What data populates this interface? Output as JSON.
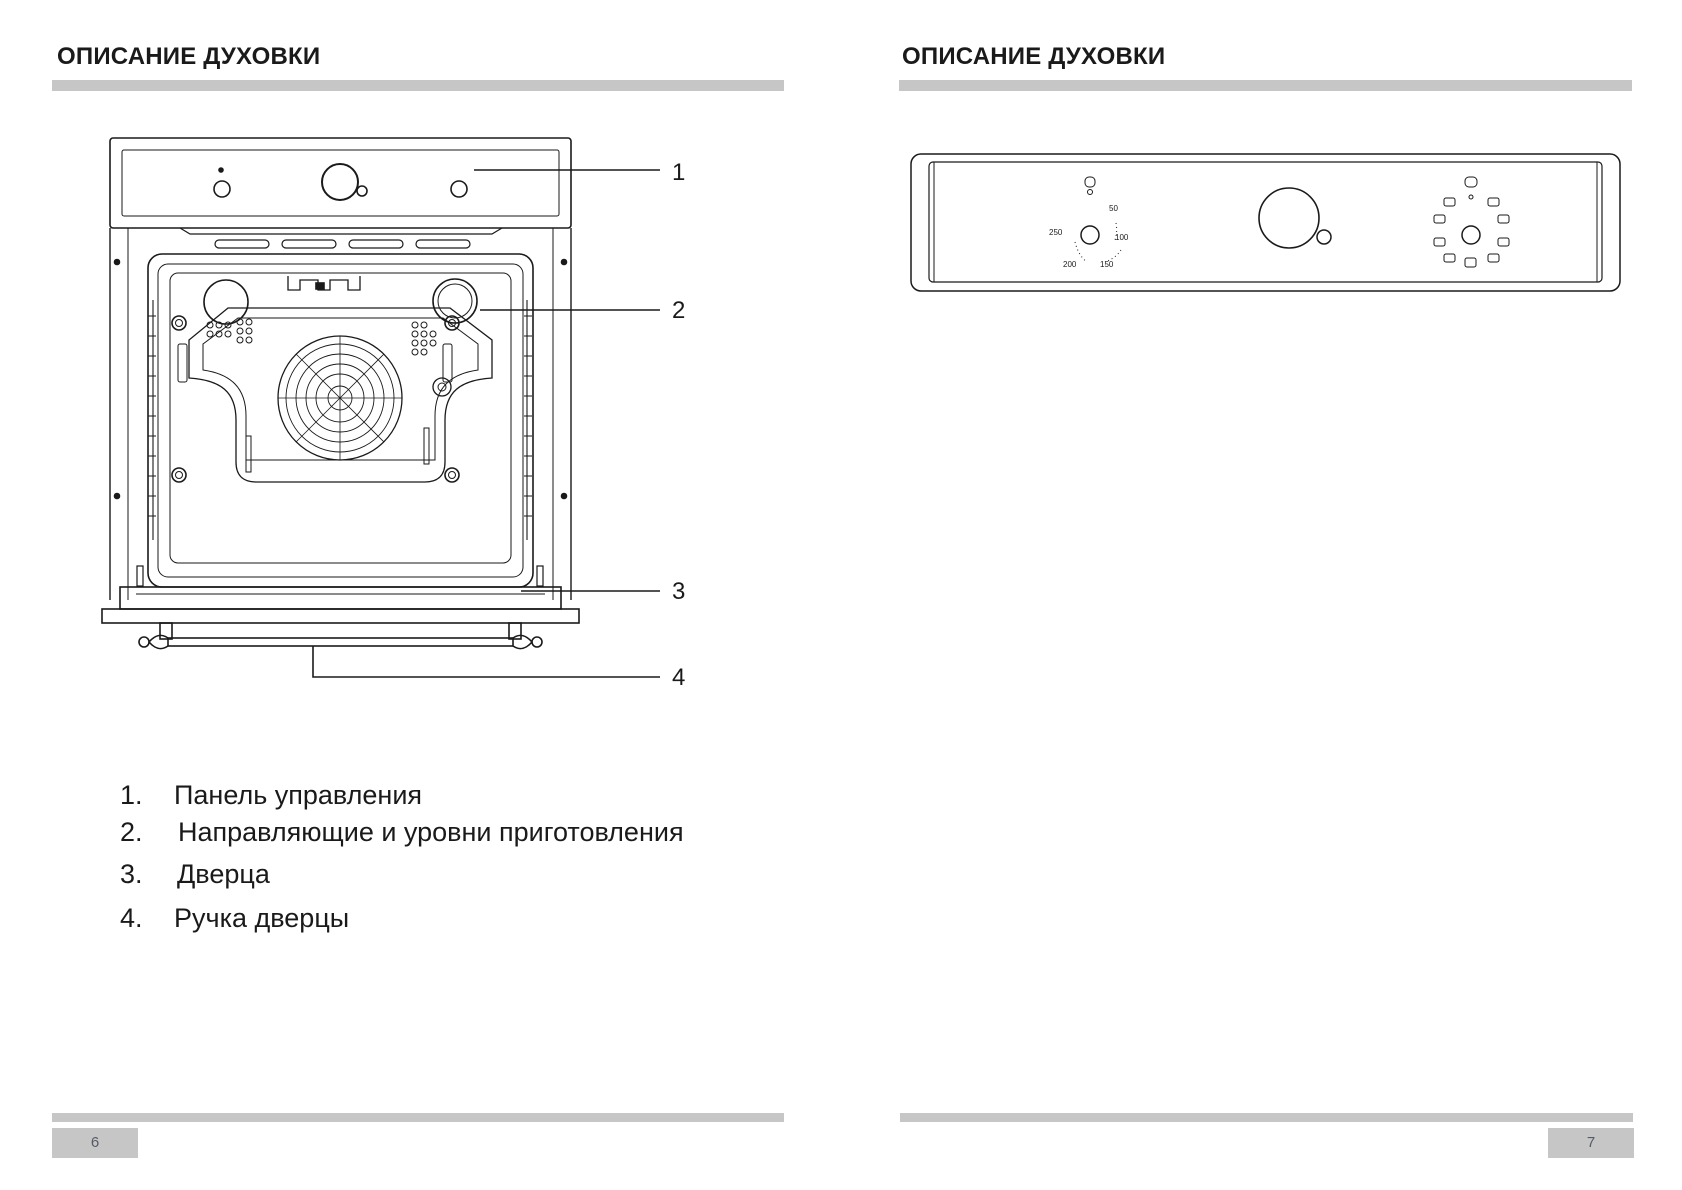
{
  "left_page": {
    "title": "ОПИСАНИЕ ДУХОВКИ",
    "page_number": "6",
    "callouts": [
      "1",
      "2",
      "3",
      "4"
    ],
    "legend": [
      {
        "num": "1.",
        "text": "Панель управления"
      },
      {
        "num": "2.",
        "text": "Направляющие и уровни приготовления"
      },
      {
        "num": "3.",
        "text": "Дверца"
      },
      {
        "num": "4.",
        "text": "Ручка дверцы"
      }
    ]
  },
  "right_page": {
    "title": "ОПИСАНИЕ ДУХОВКИ",
    "page_number": "7",
    "dial_labels": {
      "t50": "50",
      "t100": "100",
      "t150": "150",
      "t200": "200",
      "t250": "250"
    }
  }
}
